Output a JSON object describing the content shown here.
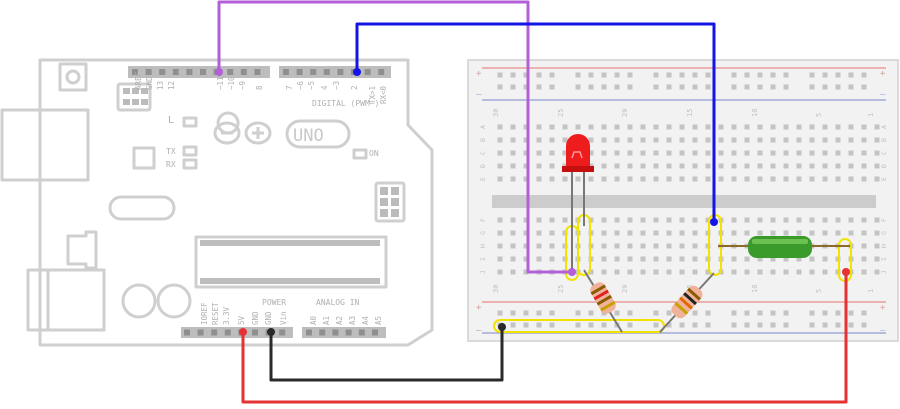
{
  "arduino": {
    "board_name": "UNO",
    "on_label": "ON",
    "l_label": "L",
    "tx_label": "TX",
    "rx_label": "RX",
    "digital_label": "DIGITAL (PWM~)",
    "aref": "AREF",
    "gnd_top": "GND",
    "d13": "13",
    "d12": "12",
    "d11": "~11",
    "d10": "~10",
    "d9": "~9",
    "d8": "8",
    "d7": "7",
    "d6": "~6",
    "d5": "~5",
    "d4": "4",
    "d3": "~3",
    "d2": "2",
    "d1": "TX>1",
    "d0": "RX<0",
    "ioref": "IOREF",
    "reset": "RESET",
    "v33": "3.3V",
    "v5": "5V",
    "gnd1": "GND",
    "gnd2": "GND",
    "vin": "Vin",
    "power_label": "POWER",
    "analog_label": "ANALOG IN",
    "a0": "A0",
    "a1": "A1",
    "a2": "A2",
    "a3": "A3",
    "a4": "A4",
    "a5": "A5"
  },
  "breadboard": {
    "col30": "30",
    "col25": "25",
    "col20": "20",
    "col15": "15",
    "col10": "10",
    "col5": "5",
    "col1": "1",
    "row_a": "A",
    "row_b": "B",
    "row_c": "C",
    "row_d": "D",
    "row_e": "E",
    "row_f": "F",
    "row_g": "G",
    "row_h": "H",
    "row_i": "I",
    "row_j": "J",
    "plus": "+",
    "minus": "–"
  },
  "colors": {
    "board_outline": "#cfcfcf",
    "header": "#bdbdbd",
    "breadboard_body": "#f2f2f2",
    "rail_red": "#e57373",
    "rail_blue": "#7986cb",
    "wire_purple": "#b25fd8",
    "wire_blue": "#1414e6",
    "wire_red": "#e63232",
    "wire_black": "#2a2a2a",
    "led_red": "#ee1c1c",
    "highlight": "#f2e200",
    "component_green": "#3a9a2a"
  }
}
